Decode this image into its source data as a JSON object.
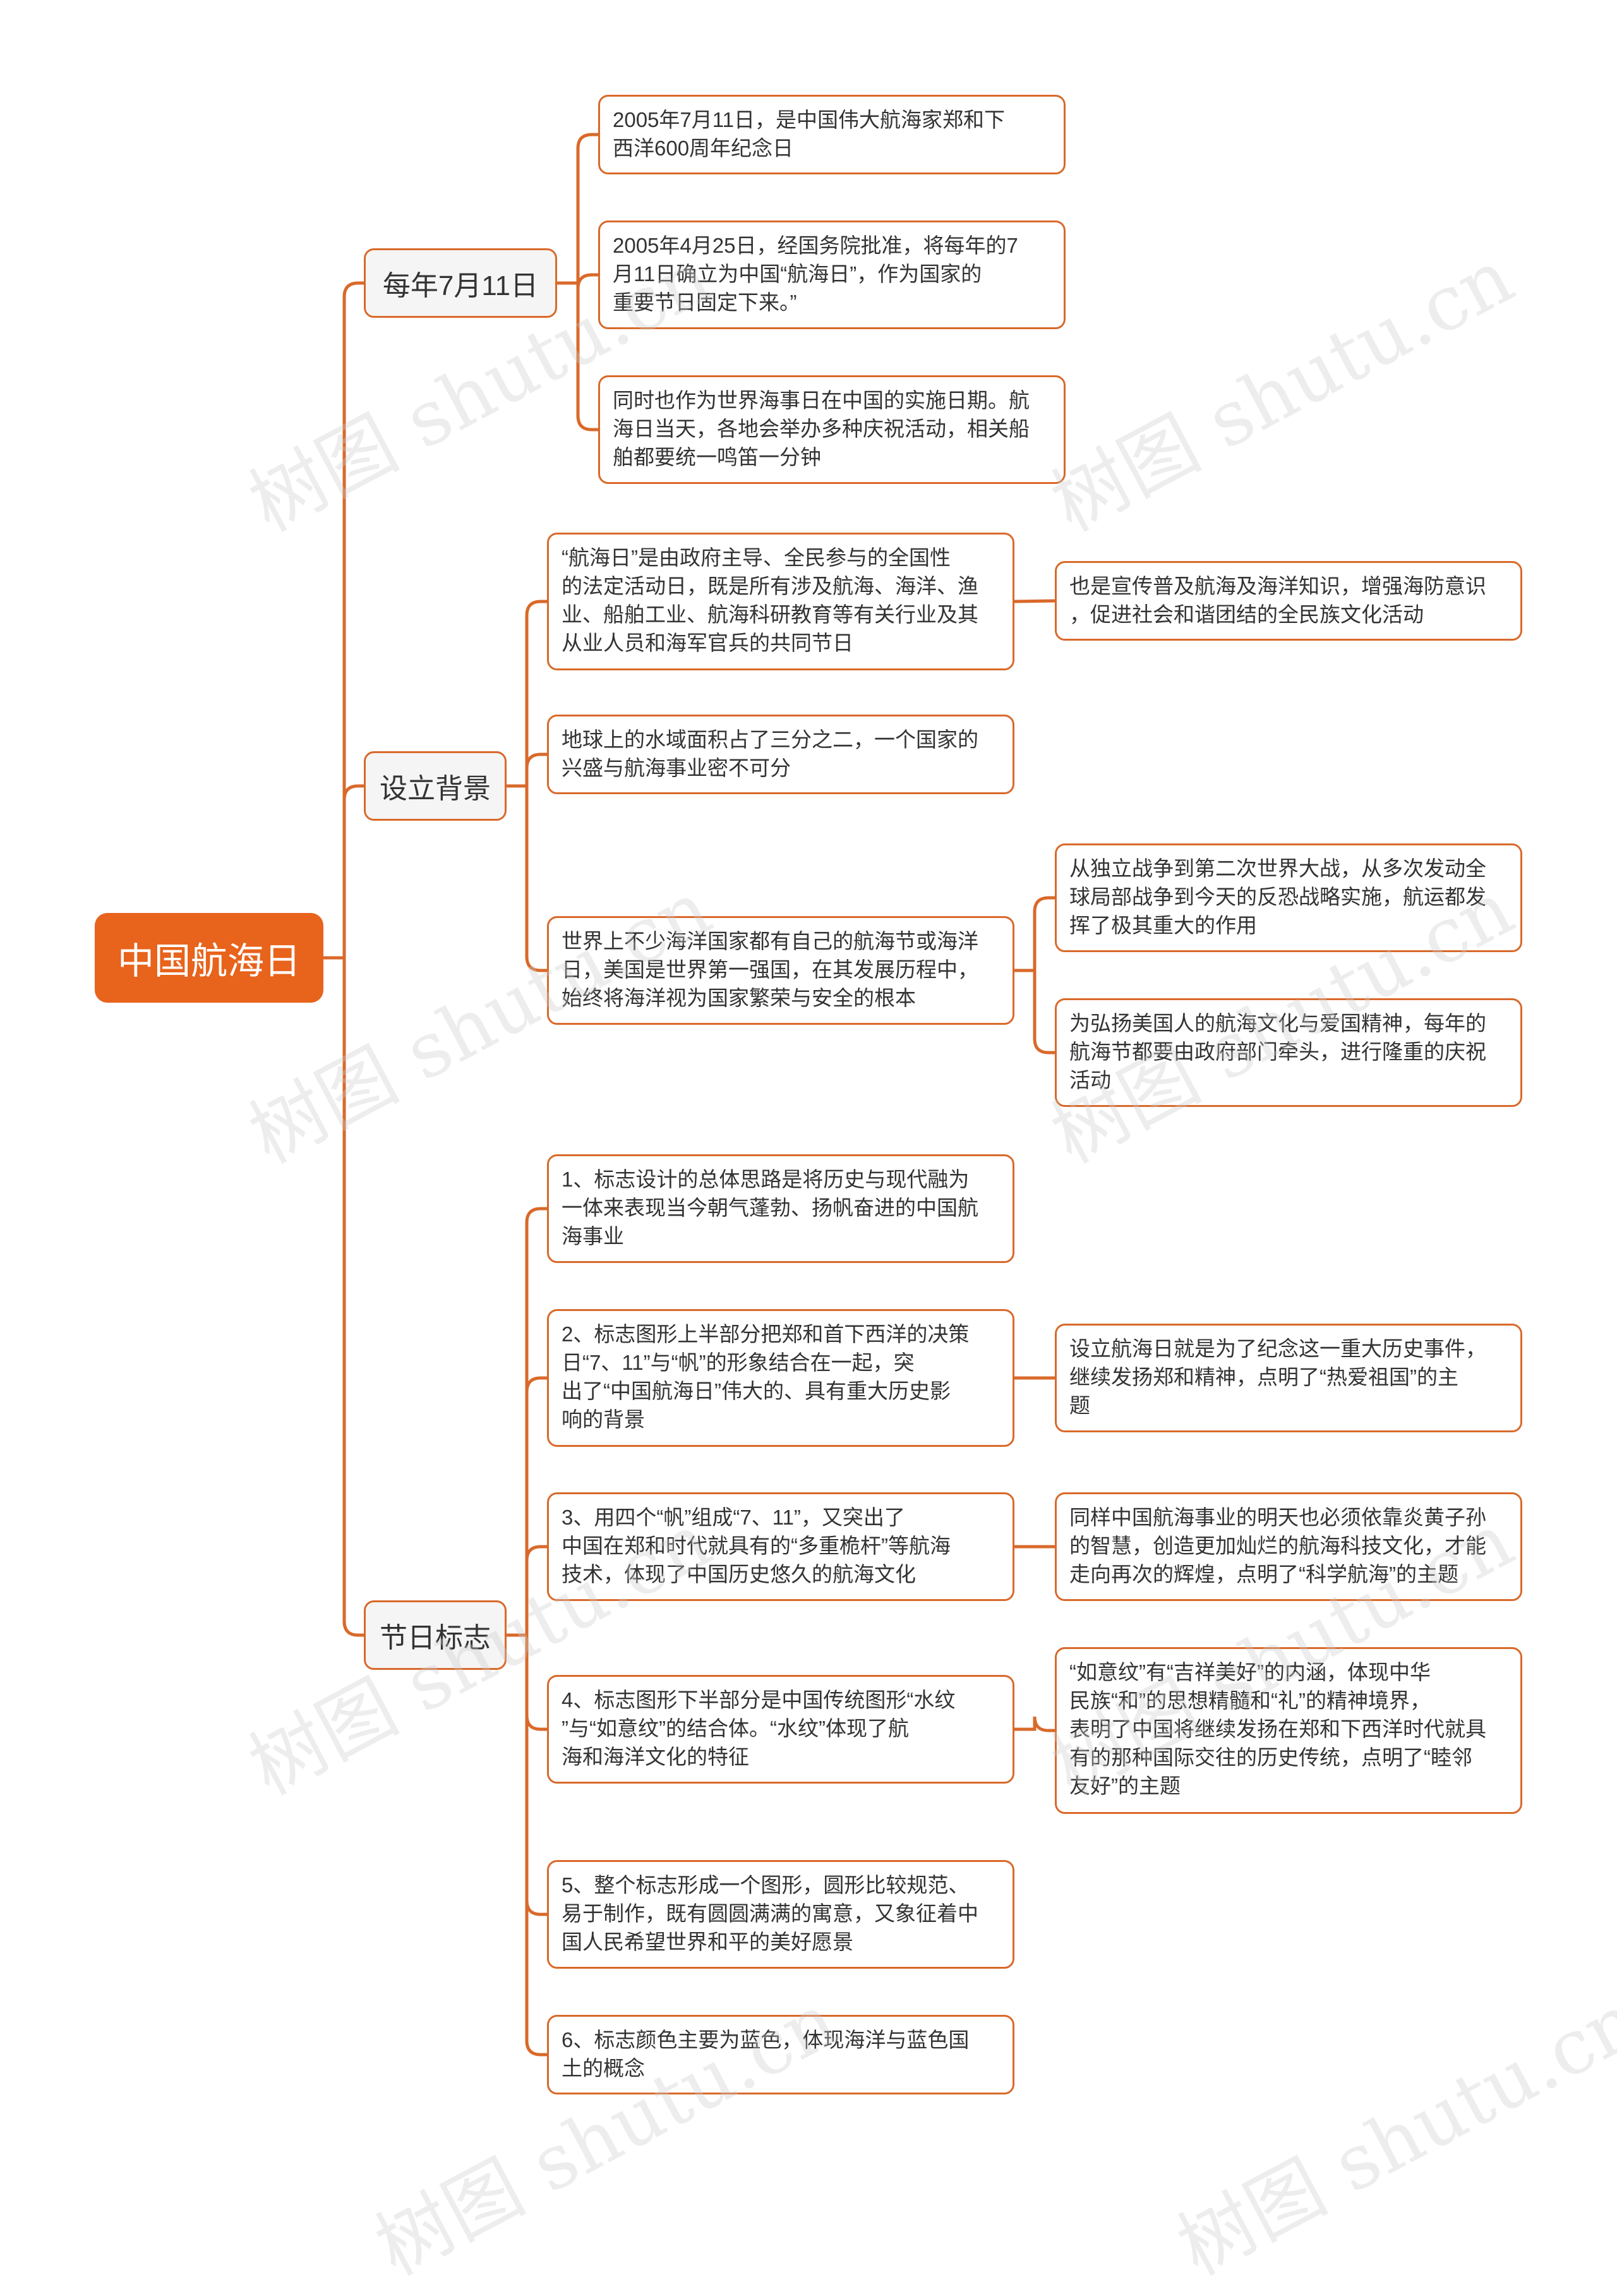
{
  "root": {
    "label": "中国航海日"
  },
  "branches": [
    {
      "label": "每年7月11日",
      "children": [
        {
          "text": "2005年7月11日，是中国伟大航海家郑和下\n西洋600周年纪念日"
        },
        {
          "text": "2005年4月25日，经国务院批准，将每年的7\n月11日确立为中国“航海日”，作为国家的\n重要节日固定下来。”"
        },
        {
          "text": "同时也作为世界海事日在中国的实施日期。航\n海日当天，各地会举办多种庆祝活动，相关船\n舶都要统一鸣笛一分钟"
        }
      ]
    },
    {
      "label": "设立背景",
      "children": [
        {
          "text": "“航海日”是由政府主导、全民参与的全国性\n的法定活动日，既是所有涉及航海、海洋、渔\n业、船舶工业、航海科研教育等有关行业及其\n从业人员和海军官兵的共同节日",
          "children": [
            {
              "text": "也是宣传普及航海及海洋知识，增强海防意识\n，促进社会和谐团结的全民族文化活动"
            }
          ]
        },
        {
          "text": "地球上的水域面积占了三分之二，一个国家的\n兴盛与航海事业密不可分"
        },
        {
          "text": "世界上不少海洋国家都有自己的航海节或海洋\n日，美国是世界第一强国，在其发展历程中，\n始终将海洋视为国家繁荣与安全的根本",
          "children": [
            {
              "text": "从独立战争到第二次世界大战，从多次发动全\n球局部战争到今天的反恐战略实施，航运都发\n挥了极其重大的作用"
            },
            {
              "text": "为弘扬美国人的航海文化与爱国精神，每年的\n航海节都要由政府部门牵头，进行隆重的庆祝\n活动"
            }
          ]
        }
      ]
    },
    {
      "label": "节日标志",
      "children": [
        {
          "text": "1、标志设计的总体思路是将历史与现代融为\n一体来表现当今朝气蓬勃、扬帆奋进的中国航\n海事业"
        },
        {
          "text": "2、标志图形上半部分把郑和首下西洋的决策\n日“7、11”与“帆”的形象结合在一起，突\n出了“中国航海日”伟大的、具有重大历史影\n响的背景",
          "children": [
            {
              "text": "设立航海日就是为了纪念这一重大历史事件，\n继续发扬郑和精神，点明了“热爱祖国”的主\n题"
            }
          ]
        },
        {
          "text": "3、用四个“帆”组成“7、11”，又突出了\n中国在郑和时代就具有的“多重桅杆”等航海\n技术，体现了中国历史悠久的航海文化",
          "children": [
            {
              "text": "同样中国航海事业的明天也必须依靠炎黄子孙\n的智慧，创造更加灿烂的航海科技文化，才能\n走向再次的辉煌，点明了“科学航海”的主题"
            }
          ]
        },
        {
          "text": "4、标志图形下半部分是中国传统图形“水纹\n”与“如意纹”的结合体。“水纹”体现了航\n海和海洋文化的特征",
          "children": [
            {
              "text": "“如意纹”有“吉祥美好”的内涵，体现中华\n民族“和”的思想精髓和“礼”的精神境界，\n表明了中国将继续发扬在郑和下西洋时代就具\n有的那种国际交往的历史传统，点明了“睦邻\n友好”的主题"
            }
          ]
        },
        {
          "text": "5、整个标志形成一个图形，圆形比较规范、\n易于制作，既有圆圆满满的寓意，又象征着中\n国人民希望世界和平的美好愿景"
        },
        {
          "text": "6、标志颜色主要为蓝色，体现海洋与蓝色国\n土的概念"
        }
      ]
    }
  ],
  "watermark": "树图 shutu.cn",
  "colors": {
    "accent": "#e8631c",
    "line": "#d9692a",
    "branch_bg": "#f5f5f5"
  }
}
